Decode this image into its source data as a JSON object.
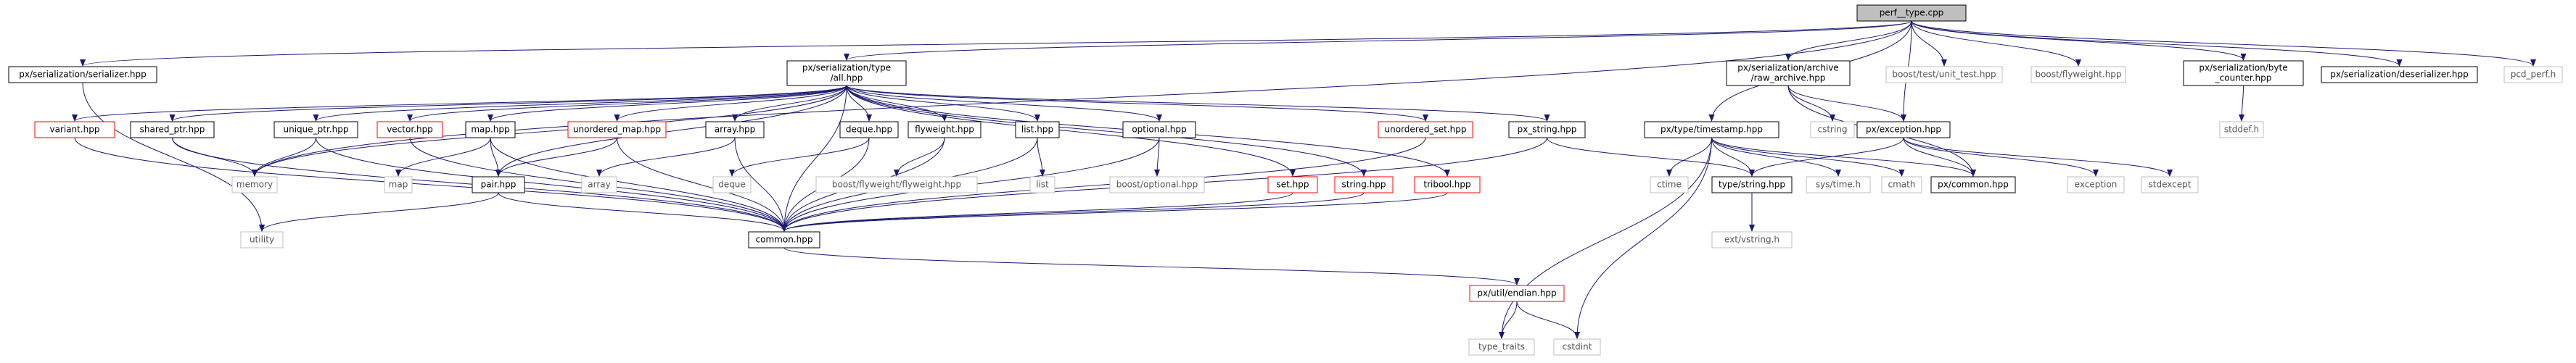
{
  "graph": {
    "colors": {
      "edge": "#191970",
      "border_default": "#000000",
      "border_missing": "#ff0000",
      "border_system": "#bfbfbf",
      "fill_root": "#bfbfbf",
      "fill_default": "#ffffff",
      "text": "#000000",
      "text_system": "#555555"
    },
    "nodes": [
      {
        "id": "root",
        "lines": [
          "perf__type.cpp"
        ],
        "style": "root"
      },
      {
        "id": "serializer",
        "lines": [
          "px/serialization/serializer.hpp"
        ],
        "style": "default"
      },
      {
        "id": "typeall",
        "lines": [
          "px/serialization/type",
          "/all.hpp"
        ],
        "style": "default"
      },
      {
        "id": "raw_archive",
        "lines": [
          "px/serialization/archive",
          "/raw_archive.hpp"
        ],
        "style": "default"
      },
      {
        "id": "unit_test",
        "lines": [
          "boost/test/unit_test.hpp"
        ],
        "style": "system"
      },
      {
        "id": "boost_flyweight",
        "lines": [
          "boost/flyweight.hpp"
        ],
        "style": "system"
      },
      {
        "id": "byte_counter",
        "lines": [
          "px/serialization/byte",
          "_counter.hpp"
        ],
        "style": "default"
      },
      {
        "id": "deserializer",
        "lines": [
          "px/serialization/deserializer.hpp"
        ],
        "style": "default"
      },
      {
        "id": "pcd_perf",
        "lines": [
          "pcd_perf.h"
        ],
        "style": "system"
      },
      {
        "id": "variant",
        "lines": [
          "variant.hpp"
        ],
        "style": "missing"
      },
      {
        "id": "shared_ptr",
        "lines": [
          "shared_ptr.hpp"
        ],
        "style": "default"
      },
      {
        "id": "unique_ptr",
        "lines": [
          "unique_ptr.hpp"
        ],
        "style": "default"
      },
      {
        "id": "vector",
        "lines": [
          "vector.hpp"
        ],
        "style": "missing"
      },
      {
        "id": "map",
        "lines": [
          "map.hpp"
        ],
        "style": "default"
      },
      {
        "id": "unordered_map",
        "lines": [
          "unordered_map.hpp"
        ],
        "style": "missing"
      },
      {
        "id": "array",
        "lines": [
          "array.hpp"
        ],
        "style": "default"
      },
      {
        "id": "deque",
        "lines": [
          "deque.hpp"
        ],
        "style": "default"
      },
      {
        "id": "flyweight",
        "lines": [
          "flyweight.hpp"
        ],
        "style": "default"
      },
      {
        "id": "list",
        "lines": [
          "list.hpp"
        ],
        "style": "default"
      },
      {
        "id": "optional",
        "lines": [
          "optional.hpp"
        ],
        "style": "default"
      },
      {
        "id": "unordered_set",
        "lines": [
          "unordered_set.hpp"
        ],
        "style": "missing"
      },
      {
        "id": "px_string",
        "lines": [
          "px_string.hpp"
        ],
        "style": "default"
      },
      {
        "id": "timestamp",
        "lines": [
          "px/type/timestamp.hpp"
        ],
        "style": "default"
      },
      {
        "id": "cstring",
        "lines": [
          "cstring"
        ],
        "style": "system"
      },
      {
        "id": "exception_hpp",
        "lines": [
          "px/exception.hpp"
        ],
        "style": "default"
      },
      {
        "id": "stddef",
        "lines": [
          "stddef.h"
        ],
        "style": "system"
      },
      {
        "id": "memory",
        "lines": [
          "memory"
        ],
        "style": "system"
      },
      {
        "id": "map_sys",
        "lines": [
          "map"
        ],
        "style": "system"
      },
      {
        "id": "pair",
        "lines": [
          "pair.hpp"
        ],
        "style": "default"
      },
      {
        "id": "array_sys",
        "lines": [
          "array"
        ],
        "style": "system"
      },
      {
        "id": "deque_sys",
        "lines": [
          "deque"
        ],
        "style": "system"
      },
      {
        "id": "boost_fw_fw",
        "lines": [
          "boost/flyweight/flyweight.hpp"
        ],
        "style": "system"
      },
      {
        "id": "list_sys",
        "lines": [
          "list"
        ],
        "style": "system"
      },
      {
        "id": "boost_optional",
        "lines": [
          "boost/optional.hpp"
        ],
        "style": "system"
      },
      {
        "id": "set",
        "lines": [
          "set.hpp"
        ],
        "style": "missing"
      },
      {
        "id": "string_hpp",
        "lines": [
          "string.hpp"
        ],
        "style": "missing"
      },
      {
        "id": "tribool",
        "lines": [
          "tribool.hpp"
        ],
        "style": "missing"
      },
      {
        "id": "ctime",
        "lines": [
          "ctime"
        ],
        "style": "system"
      },
      {
        "id": "type_string",
        "lines": [
          "type/string.hpp"
        ],
        "style": "default"
      },
      {
        "id": "systime",
        "lines": [
          "sys/time.h"
        ],
        "style": "system"
      },
      {
        "id": "cmath",
        "lines": [
          "cmath"
        ],
        "style": "system"
      },
      {
        "id": "px_common",
        "lines": [
          "px/common.hpp"
        ],
        "style": "default"
      },
      {
        "id": "exception_sys",
        "lines": [
          "exception"
        ],
        "style": "system"
      },
      {
        "id": "stdexcept",
        "lines": [
          "stdexcept"
        ],
        "style": "system"
      },
      {
        "id": "utility",
        "lines": [
          "utility"
        ],
        "style": "system"
      },
      {
        "id": "common",
        "lines": [
          "common.hpp"
        ],
        "style": "default"
      },
      {
        "id": "vstring",
        "lines": [
          "ext/vstring.h"
        ],
        "style": "system"
      },
      {
        "id": "endian",
        "lines": [
          "px/util/endian.hpp"
        ],
        "style": "missing"
      },
      {
        "id": "type_traits",
        "lines": [
          "type_traits"
        ],
        "style": "system"
      },
      {
        "id": "cstdint",
        "lines": [
          "cstdint"
        ],
        "style": "system"
      }
    ],
    "edges": [
      [
        "root",
        "serializer"
      ],
      [
        "root",
        "typeall"
      ],
      [
        "root",
        "raw_archive"
      ],
      [
        "root",
        "unit_test"
      ],
      [
        "root",
        "boost_flyweight"
      ],
      [
        "root",
        "byte_counter"
      ],
      [
        "root",
        "deserializer"
      ],
      [
        "root",
        "pcd_perf"
      ],
      [
        "root",
        "memory"
      ],
      [
        "root",
        "timestamp"
      ],
      [
        "root",
        "exception_hpp"
      ],
      [
        "serializer",
        "utility"
      ],
      [
        "typeall",
        "variant"
      ],
      [
        "typeall",
        "shared_ptr"
      ],
      [
        "typeall",
        "unique_ptr"
      ],
      [
        "typeall",
        "vector"
      ],
      [
        "typeall",
        "map"
      ],
      [
        "typeall",
        "unordered_map"
      ],
      [
        "typeall",
        "array"
      ],
      [
        "typeall",
        "deque"
      ],
      [
        "typeall",
        "flyweight"
      ],
      [
        "typeall",
        "list"
      ],
      [
        "typeall",
        "optional"
      ],
      [
        "typeall",
        "unordered_set"
      ],
      [
        "typeall",
        "px_string"
      ],
      [
        "typeall",
        "memory"
      ],
      [
        "typeall",
        "pair"
      ],
      [
        "typeall",
        "set"
      ],
      [
        "typeall",
        "string_hpp"
      ],
      [
        "typeall",
        "tribool"
      ],
      [
        "typeall",
        "common"
      ],
      [
        "raw_archive",
        "cstring"
      ],
      [
        "raw_archive",
        "exception_hpp"
      ],
      [
        "raw_archive",
        "px_common"
      ],
      [
        "byte_counter",
        "stddef"
      ],
      [
        "variant",
        "common"
      ],
      [
        "shared_ptr",
        "memory"
      ],
      [
        "shared_ptr",
        "common"
      ],
      [
        "unique_ptr",
        "memory"
      ],
      [
        "unique_ptr",
        "common"
      ],
      [
        "vector",
        "common"
      ],
      [
        "map",
        "map_sys"
      ],
      [
        "map",
        "pair"
      ],
      [
        "map",
        "common"
      ],
      [
        "unordered_map",
        "pair"
      ],
      [
        "unordered_map",
        "common"
      ],
      [
        "array",
        "array_sys"
      ],
      [
        "array",
        "common"
      ],
      [
        "deque",
        "deque_sys"
      ],
      [
        "deque",
        "common"
      ],
      [
        "flyweight",
        "boost_fw_fw"
      ],
      [
        "flyweight",
        "common"
      ],
      [
        "list",
        "list_sys"
      ],
      [
        "list",
        "common"
      ],
      [
        "optional",
        "boost_optional"
      ],
      [
        "optional",
        "common"
      ],
      [
        "unordered_set",
        "common"
      ],
      [
        "px_string",
        "type_string"
      ],
      [
        "px_string",
        "common"
      ],
      [
        "pair",
        "utility"
      ],
      [
        "pair",
        "common"
      ],
      [
        "set",
        "common"
      ],
      [
        "string_hpp",
        "common"
      ],
      [
        "tribool",
        "common"
      ],
      [
        "timestamp",
        "ctime"
      ],
      [
        "timestamp",
        "type_string"
      ],
      [
        "timestamp",
        "systime"
      ],
      [
        "timestamp",
        "cmath"
      ],
      [
        "timestamp",
        "px_common"
      ],
      [
        "timestamp",
        "type_traits"
      ],
      [
        "timestamp",
        "cstdint"
      ],
      [
        "exception_hpp",
        "type_string"
      ],
      [
        "exception_hpp",
        "exception_sys"
      ],
      [
        "exception_hpp",
        "stdexcept"
      ],
      [
        "exception_hpp",
        "px_common"
      ],
      [
        "type_string",
        "vstring"
      ],
      [
        "common",
        "endian"
      ],
      [
        "endian",
        "type_traits"
      ],
      [
        "endian",
        "cstdint"
      ]
    ]
  }
}
